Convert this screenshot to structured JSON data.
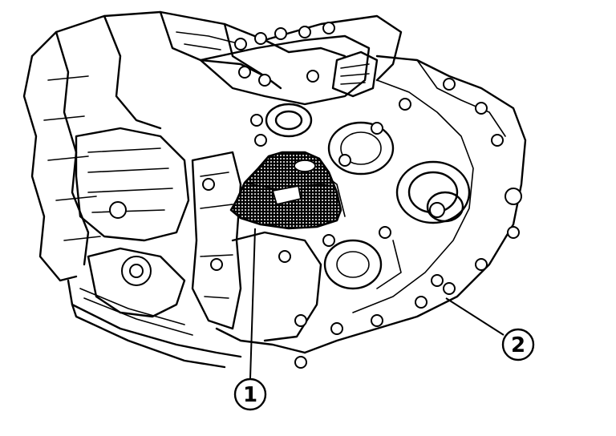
{
  "callouts": [
    {
      "id": "1",
      "label": "1"
    },
    {
      "id": "2",
      "label": "2"
    }
  ],
  "colors": {
    "line": "#000000",
    "background": "#ffffff",
    "highlight_fill": "dotted-dark"
  }
}
